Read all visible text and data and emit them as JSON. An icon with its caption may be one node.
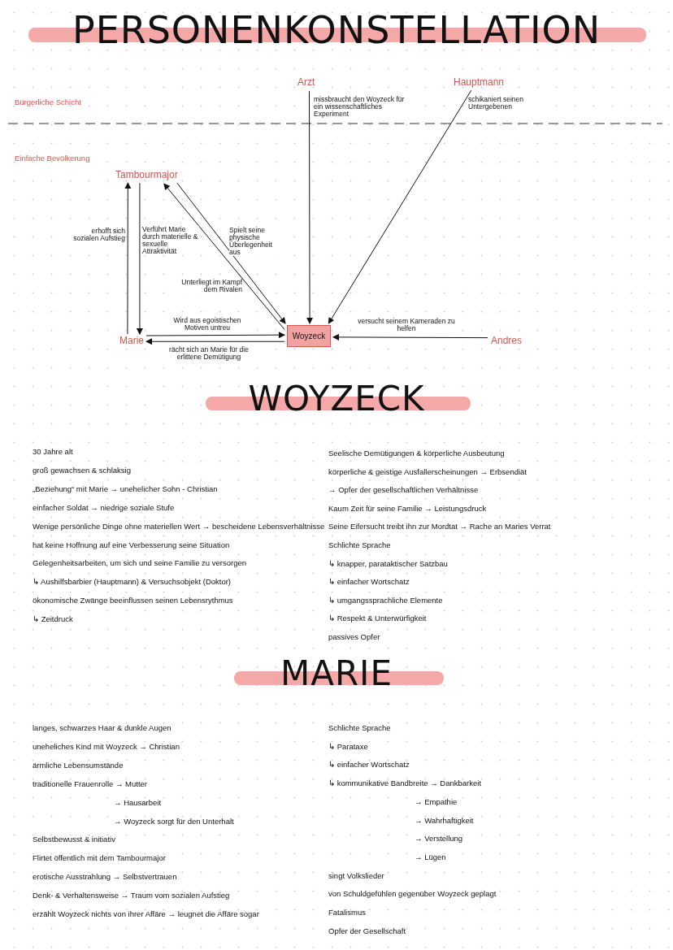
{
  "diagram": {
    "title": "PERSONENKONSTELLATION",
    "nodes": [
      {
        "text": [
          "Arzt"
        ]
      },
      {
        "text": [
          "Hauptmann"
        ]
      },
      {
        "text": [
          "Tambourmajor"
        ]
      },
      {
        "text": [
          "Marie"
        ]
      },
      {
        "text": [
          "Woyzeck"
        ]
      },
      {
        "text": [
          "Andres"
        ]
      }
    ],
    "edges": [
      {
        "from": 0,
        "to": 4,
        "arrow": "to",
        "label": "missbraucht den Woyzeck für ein wissenschaftliches Experiment"
      },
      {
        "from": 1,
        "to": 4,
        "arrow": "to",
        "label": "schikaniert seinen Untergebenen"
      },
      {
        "from": 3,
        "to": 2,
        "arrow": "to",
        "label": "erhofft sich sozialen Aufstieg"
      },
      {
        "from": 2,
        "to": 3,
        "arrow": "to",
        "label": "Verführt Marie durch materielle & sexuelle Attraktivität"
      },
      {
        "from": 2,
        "to": 4,
        "arrow": "to",
        "label": "Spielt seine physische Überlegenheit aus"
      },
      {
        "from": 4,
        "to": 2,
        "arrow": "to",
        "label": "Unterliegt im Kampf dem Rivalen"
      },
      {
        "from": 3,
        "to": 4,
        "arrow": "to",
        "label": "Wird aus egoistischen Motiven untreu"
      },
      {
        "from": 4,
        "to": 3,
        "arrow": "to",
        "label": "rächt sich an Marie für die erlittene Demütigung"
      },
      {
        "from": 5,
        "to": 4,
        "arrow": "to",
        "label": "versucht seinem Kameraden zu helfen"
      }
    ],
    "labels": [
      "Bürgerliche Schicht",
      "Einfache Bevölkerung",
      "WOYZECK",
      "30 Jahre alt",
      "groß gewachsen & schlaksig",
      "„Beziehung“ mit Marie → unehelicher Sohn - Christian",
      "einfacher Soldat → niedrige soziale Stufe",
      "Wenige persönliche Dinge ohne materiellen Wert → bescheidene Lebensverhältnisse",
      "hat keine Hoffnung auf eine Verbesserung seine Situation",
      "Gelegenheitsarbeiten, um sich und seine Familie zu versorgen",
      "↳ Aushilfsbarbier (Hauptmann) & Versuchsobjekt (Doktor)",
      "ökonomische Zwänge beeinflussen seinen Lebensrythmus",
      "↳ Zeitdruck",
      "Seelische Demütigungen & körperliche Ausbeutung",
      "körperliche & geistige Ausfallerscheinungen → Erbsendiät",
      "→ Opfer der gesellschaftlichen Verhältnisse",
      "Kaum Zeit für seine Familie → Leistungsdruck",
      "Seine Eifersucht treibt ihn zur Mordtat → Rache an Maries Verrat",
      "Schlichte Sprache",
      "↳ knapper, parataktischer Satzbau",
      "↳ einfacher Wortschatz",
      "↳ umgangssprachliche Elemente",
      "↳ Respekt & Unterwürfigkeit",
      "passives Opfer",
      "MARIE",
      "langes, schwarzes Haar & dunkle Augen",
      "uneheliches Kind mit Woyzeck → Christian",
      "ärmliche Lebensumstände",
      "traditionelle Frauenrolle → Mutter",
      "→ Hausarbeit",
      "→ Woyzeck sorgt für den Unterhalt",
      "Selbstbewusst & initiativ",
      "Flirtet öffentlich mit dem Tambourmajor",
      "erotische Ausstrahlung → Selbstvertrauen",
      "Denk- & Verhaltensweise → Traum vom sozialen Aufstieg",
      "erzählt Woyzeck nichts von ihrer Affäre → leugnet die Affäre sogar",
      "Schlichte Sprache",
      "↳ Parataxe",
      "↳ einfacher Wortschatz",
      "↳ kommunikative Bandbreite → Dankbarkeit",
      "→ Empathie",
      "→ Wahrhaftigkeit",
      "→ Verstellung",
      "→ Lügen",
      "singt Volkslieder",
      "von Schuldgefühlen gegenüber Woyzeck geplagt",
      "Fatalismus",
      "Opfer der Gesellschaft"
    ]
  }
}
